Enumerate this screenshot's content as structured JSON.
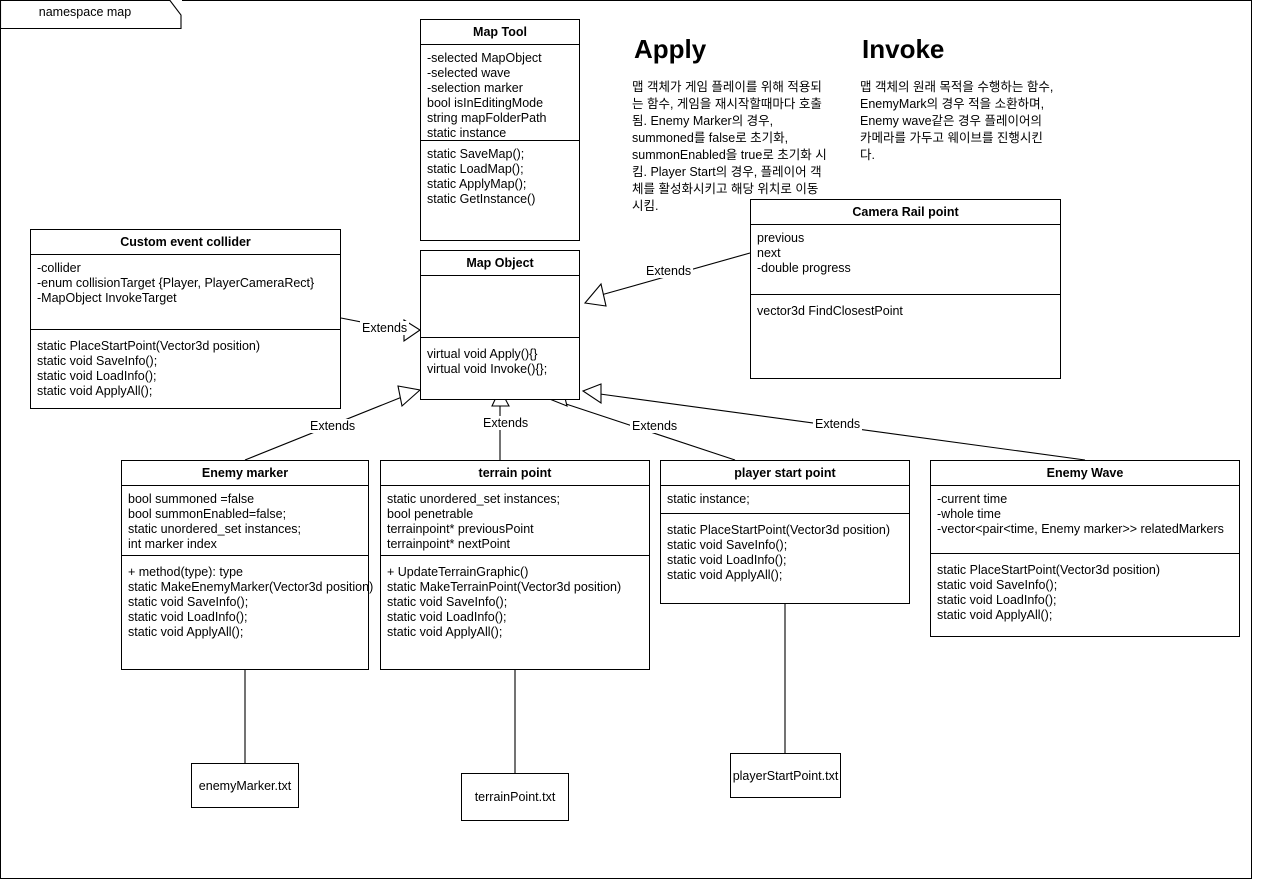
{
  "diagram": {
    "namespace_label": "namespace map",
    "type": "uml-class-diagram"
  },
  "notes": [
    {
      "heading": "Apply",
      "body": "맵 객체가 게임 플레이를 위해 적용되는 함수, 게임을 재시작할때마다 호출됨. Enemy Marker의 경우, summoned를 false로 초기화, summonEnabled을 true로 초기화 시킴. Player Start의 경우, 플레이어 객체를 활성화시키고 해당 위치로 이동시킴."
    },
    {
      "heading": "Invoke",
      "body": "맵 객체의 원래 목적을 수행하는 함수, EnemyMark의 경우 적을 소환하며, Enemy wave같은 경우 플레이어의 카메라를 가두고 웨이브를 진행시킨다."
    }
  ],
  "classes": [
    {
      "id": "map-tool",
      "name": "Map Tool",
      "attributes": [
        "-selected MapObject",
        "-selected wave",
        "-selection marker",
        "bool isInEditingMode",
        "string mapFolderPath",
        "static instance"
      ],
      "methods": [
        "static SaveMap();",
        "static LoadMap();",
        "static ApplyMap();",
        "static GetInstance()"
      ]
    },
    {
      "id": "custom-event-collider",
      "name": "Custom event collider",
      "attributes": [
        "-collider",
        "-enum collisionTarget {Player, PlayerCameraRect}",
        "-MapObject InvokeTarget"
      ],
      "methods": [
        "static PlaceStartPoint(Vector3d position)",
        "static void SaveInfo();",
        "static void LoadInfo();",
        "static void ApplyAll();"
      ]
    },
    {
      "id": "map-object",
      "name": "Map Object",
      "attributes": [],
      "methods": [
        "virtual void Apply(){}",
        "virtual void Invoke(){};"
      ]
    },
    {
      "id": "camera-rail-point",
      "name": "Camera Rail point",
      "attributes": [
        "previous",
        "next",
        "-double progress"
      ],
      "methods": [
        "vector3d FindClosestPoint"
      ]
    },
    {
      "id": "enemy-marker",
      "name": "Enemy marker",
      "attributes": [
        "bool summoned =false",
        "bool summonEnabled=false;",
        "static unordered_set instances;",
        "int marker index"
      ],
      "methods": [
        "+ method(type): type",
        "static MakeEnemyMarker(Vector3d position)",
        "static void SaveInfo();",
        "static void LoadInfo();",
        "static void ApplyAll();"
      ]
    },
    {
      "id": "terrain-point",
      "name": "terrain point",
      "attributes": [
        "static unordered_set instances;",
        "bool penetrable",
        "terrainpoint* previousPoint",
        "terrainpoint* nextPoint"
      ],
      "methods": [
        "+ UpdateTerrainGraphic()",
        "static MakeTerrainPoint(Vector3d position)",
        "static void SaveInfo();",
        "static void LoadInfo();",
        "static void ApplyAll();"
      ]
    },
    {
      "id": "player-start-point",
      "name": "player start point",
      "attributes": [
        " static instance;"
      ],
      "methods": [
        "static PlaceStartPoint(Vector3d position)",
        "static void SaveInfo();",
        "static void LoadInfo();",
        "static void ApplyAll();"
      ]
    },
    {
      "id": "enemy-wave",
      "name": "Enemy Wave",
      "attributes": [
        "-current time",
        "-whole time",
        "-vector<pair<time, Enemy marker>> relatedMarkers"
      ],
      "methods": [
        "static PlaceStartPoint(Vector3d position)",
        "static void SaveInfo();",
        "static void LoadInfo();",
        "static void ApplyAll();"
      ]
    }
  ],
  "files": [
    {
      "id": "enemy-marker-file",
      "name": "enemyMarker.txt"
    },
    {
      "id": "terrain-point-file",
      "name": "terrainPoint.txt"
    },
    {
      "id": "player-start-point-file",
      "name": "playerStartPoint.txt"
    }
  ],
  "edges": [
    {
      "id": "edge-custom-event-collider",
      "label": "Extends",
      "from": "custom-event-collider",
      "to": "map-object"
    },
    {
      "id": "edge-camera-rail-point",
      "label": "Extends",
      "from": "camera-rail-point",
      "to": "map-object"
    },
    {
      "id": "edge-enemy-marker",
      "label": "Extends",
      "from": "enemy-marker",
      "to": "map-object"
    },
    {
      "id": "edge-terrain-point",
      "label": "Extends",
      "from": "terrain-point",
      "to": "map-object"
    },
    {
      "id": "edge-player-start-point",
      "label": "Extends",
      "from": "player-start-point",
      "to": "map-object"
    },
    {
      "id": "edge-enemy-wave",
      "label": "Extends",
      "from": "enemy-wave",
      "to": "map-object"
    }
  ],
  "colors": {
    "stroke": "#000000",
    "fill": "#ffffff",
    "text": "#000000"
  }
}
